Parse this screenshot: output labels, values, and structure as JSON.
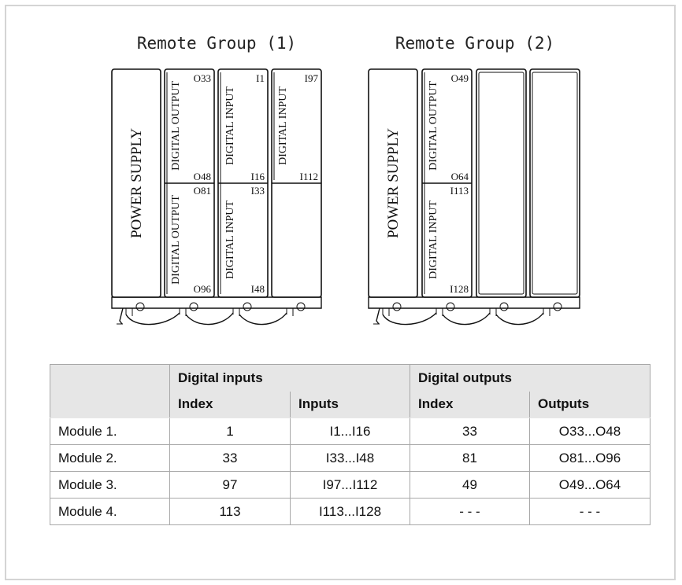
{
  "groups": [
    {
      "title": "Remote Group (1)",
      "power_supply": "POWER SUPPLY",
      "modules": [
        {
          "top_label": "DIGITAL OUTPUT",
          "top_start": "O33",
          "top_end": "O48",
          "bottom_label": "DIGITAL OUTPUT",
          "bottom_start": "O81",
          "bottom_end": "O96"
        },
        {
          "top_label": "DIGITAL INPUT",
          "top_start": "I1",
          "top_end": "I16",
          "bottom_label": "DIGITAL INPUT",
          "bottom_start": "I33",
          "bottom_end": "I48"
        },
        {
          "top_label": "DIGITAL INPUT",
          "top_start": "I97",
          "top_end": "I112",
          "bottom_label": "",
          "bottom_start": "",
          "bottom_end": ""
        }
      ]
    },
    {
      "title": "Remote Group (2)",
      "power_supply": "POWER SUPPLY",
      "modules": [
        {
          "top_label": "DIGITAL OUTPUT",
          "top_start": "O49",
          "top_end": "O64",
          "bottom_label": "DIGITAL INPUT",
          "bottom_start": "I113",
          "bottom_end": "I128"
        }
      ]
    }
  ],
  "table": {
    "group_headers": [
      "Digital inputs",
      "Digital outputs"
    ],
    "sub_headers": [
      "Index",
      "Inputs",
      "Index",
      "Outputs"
    ],
    "rows": [
      {
        "module": "Module 1.",
        "in_index": "1",
        "inputs": "I1...I16",
        "out_index": "33",
        "outputs": "O33...O48"
      },
      {
        "module": "Module 2.",
        "in_index": "33",
        "inputs": "I33...I48",
        "out_index": "81",
        "outputs": "O81...O96"
      },
      {
        "module": "Module 3.",
        "in_index": "97",
        "inputs": "I97...I112",
        "out_index": "49",
        "outputs": "O49...O64"
      },
      {
        "module": "Module 4.",
        "in_index": "113",
        "inputs": "I113...I128",
        "out_index": "- - -",
        "outputs": "- - -"
      }
    ]
  }
}
